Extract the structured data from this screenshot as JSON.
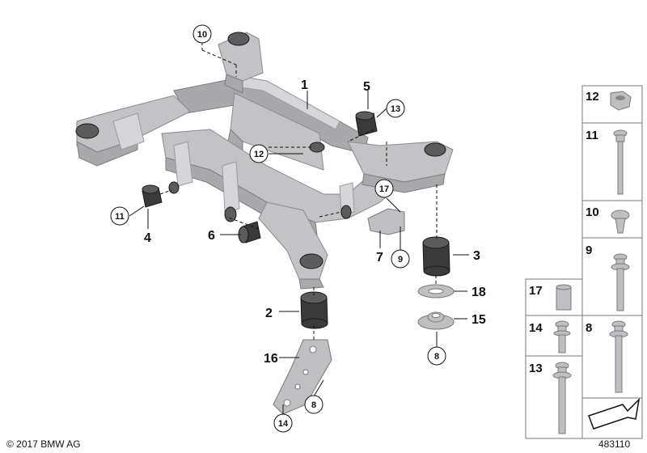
{
  "callouts": {
    "main": [
      "1",
      "2",
      "3",
      "4",
      "5",
      "6",
      "7",
      "8",
      "9",
      "10",
      "11",
      "12",
      "13",
      "14",
      "15",
      "16",
      "17",
      "18"
    ],
    "panel": [
      "12",
      "11",
      "10",
      "9",
      "17",
      "14",
      "8",
      "13"
    ]
  },
  "footer": {
    "copyright": "© 2017 BMW AG",
    "diagram_number": "483110"
  }
}
